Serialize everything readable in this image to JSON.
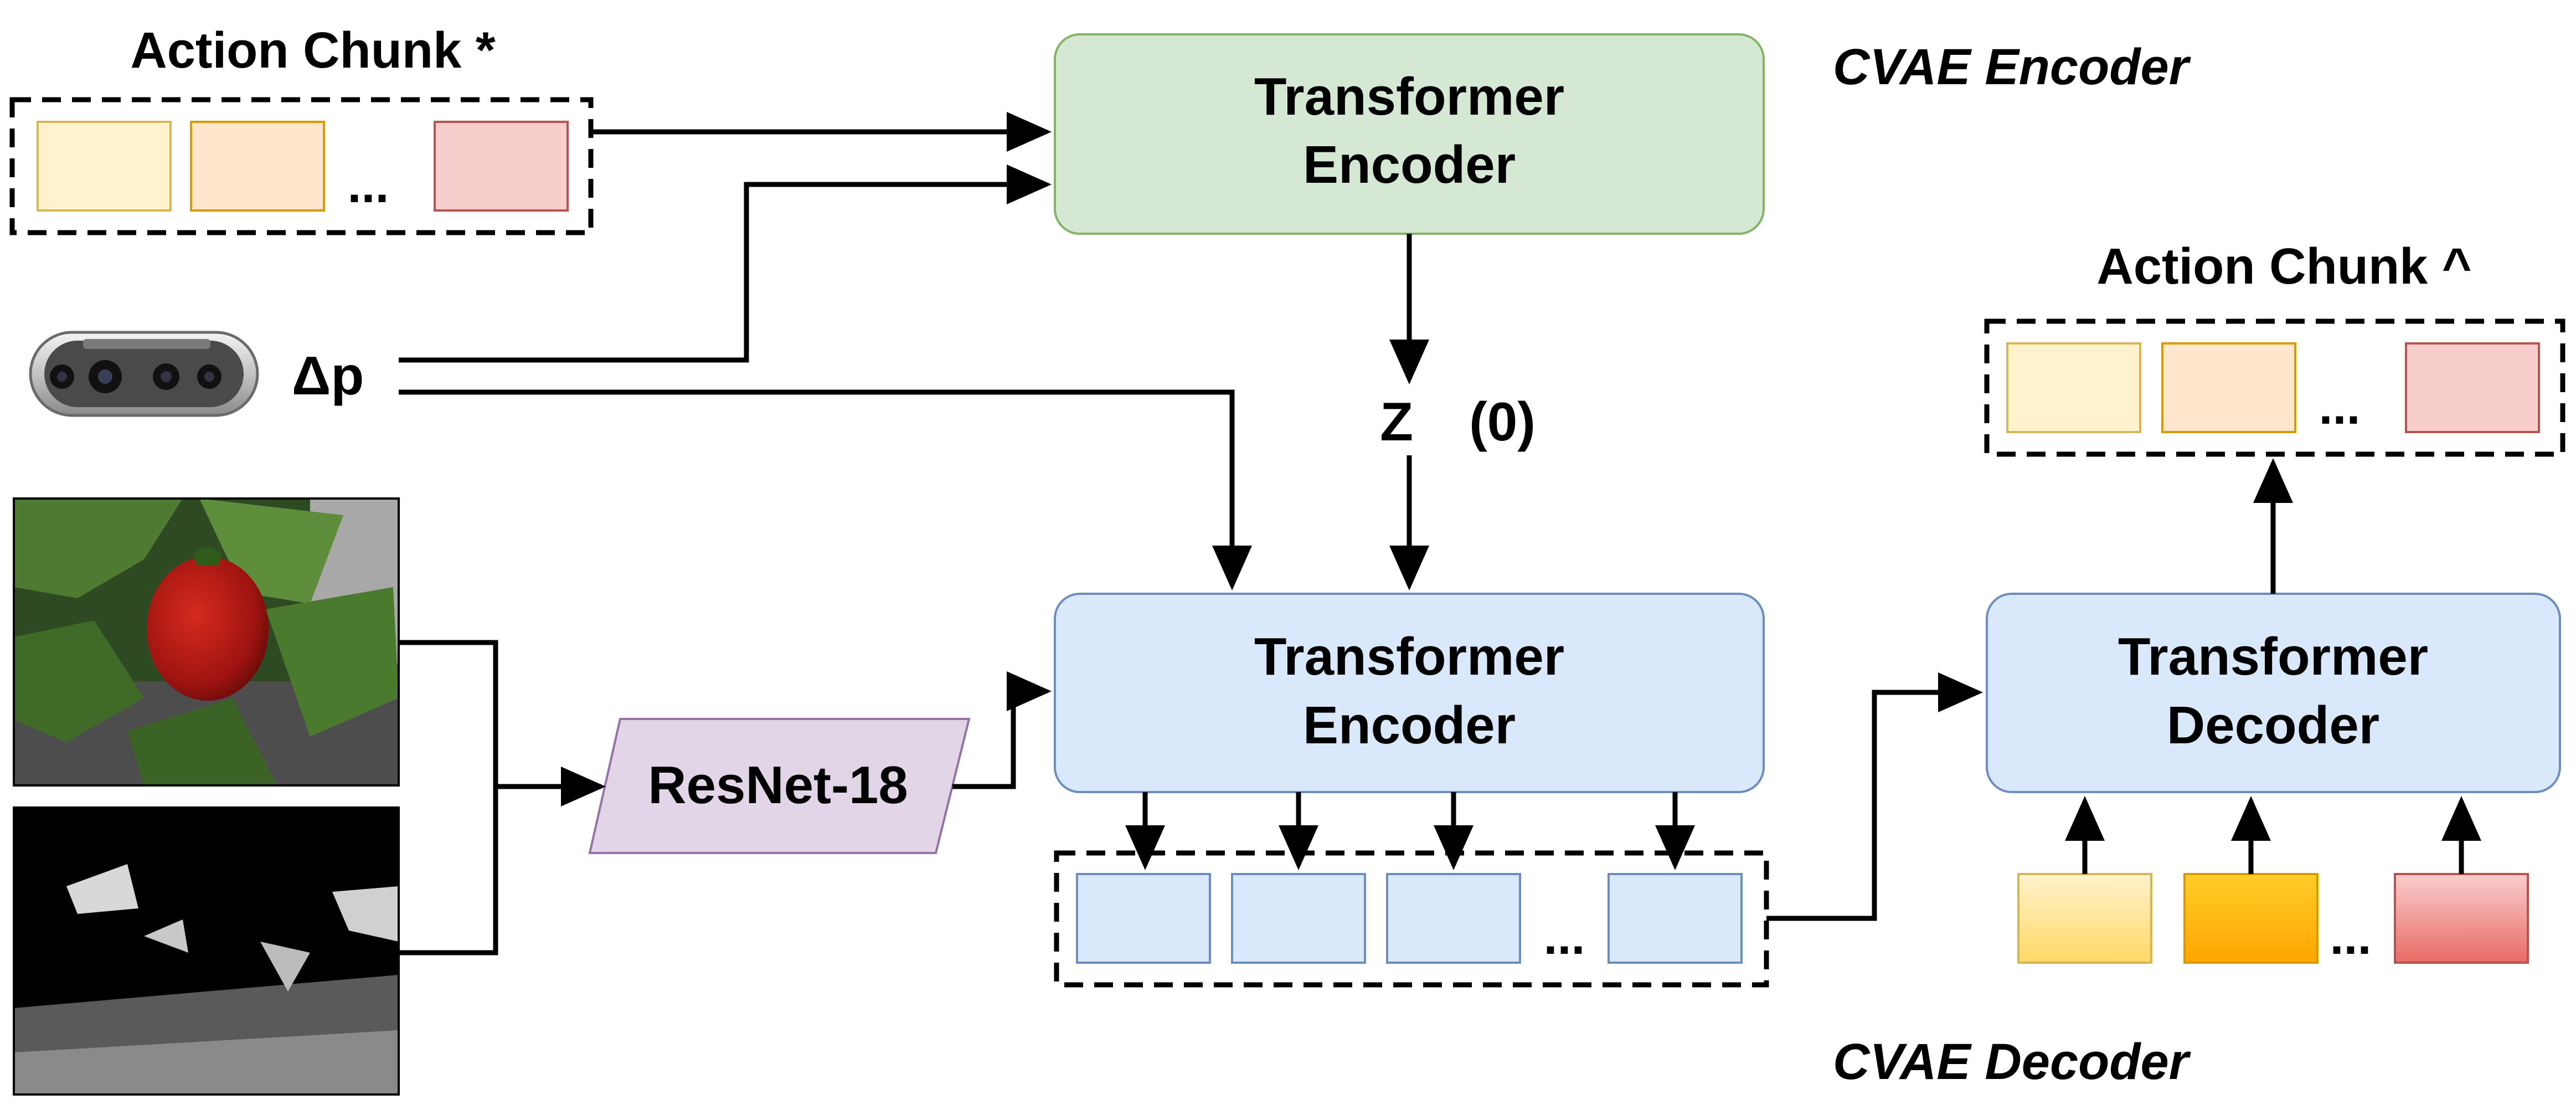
{
  "labels": {
    "action_chunk_in": "Action Chunk *",
    "action_chunk_out": "Action Chunk ^",
    "cvae_encoder": "CVAE Encoder",
    "cvae_decoder": "CVAE Decoder",
    "enc_top_line1": "Transformer",
    "enc_top_line2": "Encoder",
    "enc_mid_line1": "Transformer",
    "enc_mid_line2": "Encoder",
    "dec_line1": "Transformer",
    "dec_line2": "Decoder",
    "resnet": "ResNet-18",
    "delta_p": "Δp",
    "z": "Z",
    "zero": "(0)",
    "ellipsis": "..."
  },
  "colors": {
    "encoder_green_fill": "#d5e8d4",
    "encoder_green_stroke": "#82b366",
    "blue_fill": "#dae8fc",
    "blue_stroke": "#6c8ebf",
    "resnet_fill": "#e1d5e7",
    "resnet_stroke": "#9673a6",
    "chunk_yellow": "#fff2cc",
    "chunk_orange": "#ffe6cc",
    "chunk_red": "#f8cecc",
    "query_yellow": "#ffe27a",
    "query_gold": "#ffb300",
    "query_red": "#ea6b66"
  },
  "icons": [
    "depth-camera-icon",
    "rgb-image-pepper",
    "depth-image-pepper"
  ]
}
